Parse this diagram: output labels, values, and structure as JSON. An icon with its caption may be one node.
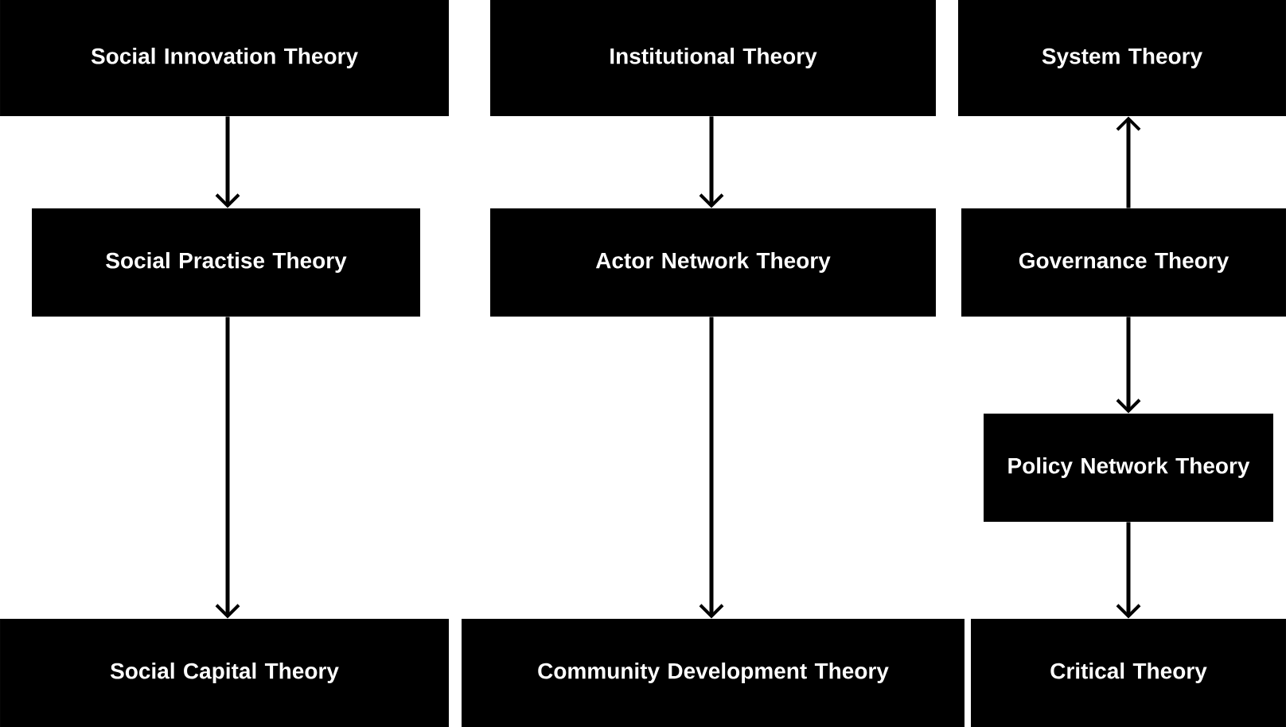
{
  "diagram": {
    "nodes": [
      {
        "text": [
          "Social Innovation Theory"
        ]
      },
      {
        "text": [
          "Institutional Theory"
        ]
      },
      {
        "text": [
          "System Theory"
        ]
      },
      {
        "text": [
          "Social Practise Theory"
        ]
      },
      {
        "text": [
          "Actor Network Theory"
        ]
      },
      {
        "text": [
          "Governance Theory"
        ]
      },
      {
        "text": [
          "Policy Network Theory"
        ]
      },
      {
        "text": [
          "Social Capital Theory"
        ]
      },
      {
        "text": [
          "Community Development Theory"
        ]
      },
      {
        "text": [
          "Critical Theory"
        ]
      }
    ],
    "edges": [
      {
        "from": 0,
        "to": 3,
        "arrow": "to"
      },
      {
        "from": 3,
        "to": 7,
        "arrow": "to"
      },
      {
        "from": 1,
        "to": 4,
        "arrow": "to"
      },
      {
        "from": 4,
        "to": 8,
        "arrow": "to"
      },
      {
        "from": 5,
        "to": 2,
        "arrow": "to"
      },
      {
        "from": 5,
        "to": 6,
        "arrow": "to"
      },
      {
        "from": 6,
        "to": 9,
        "arrow": "to"
      }
    ]
  }
}
